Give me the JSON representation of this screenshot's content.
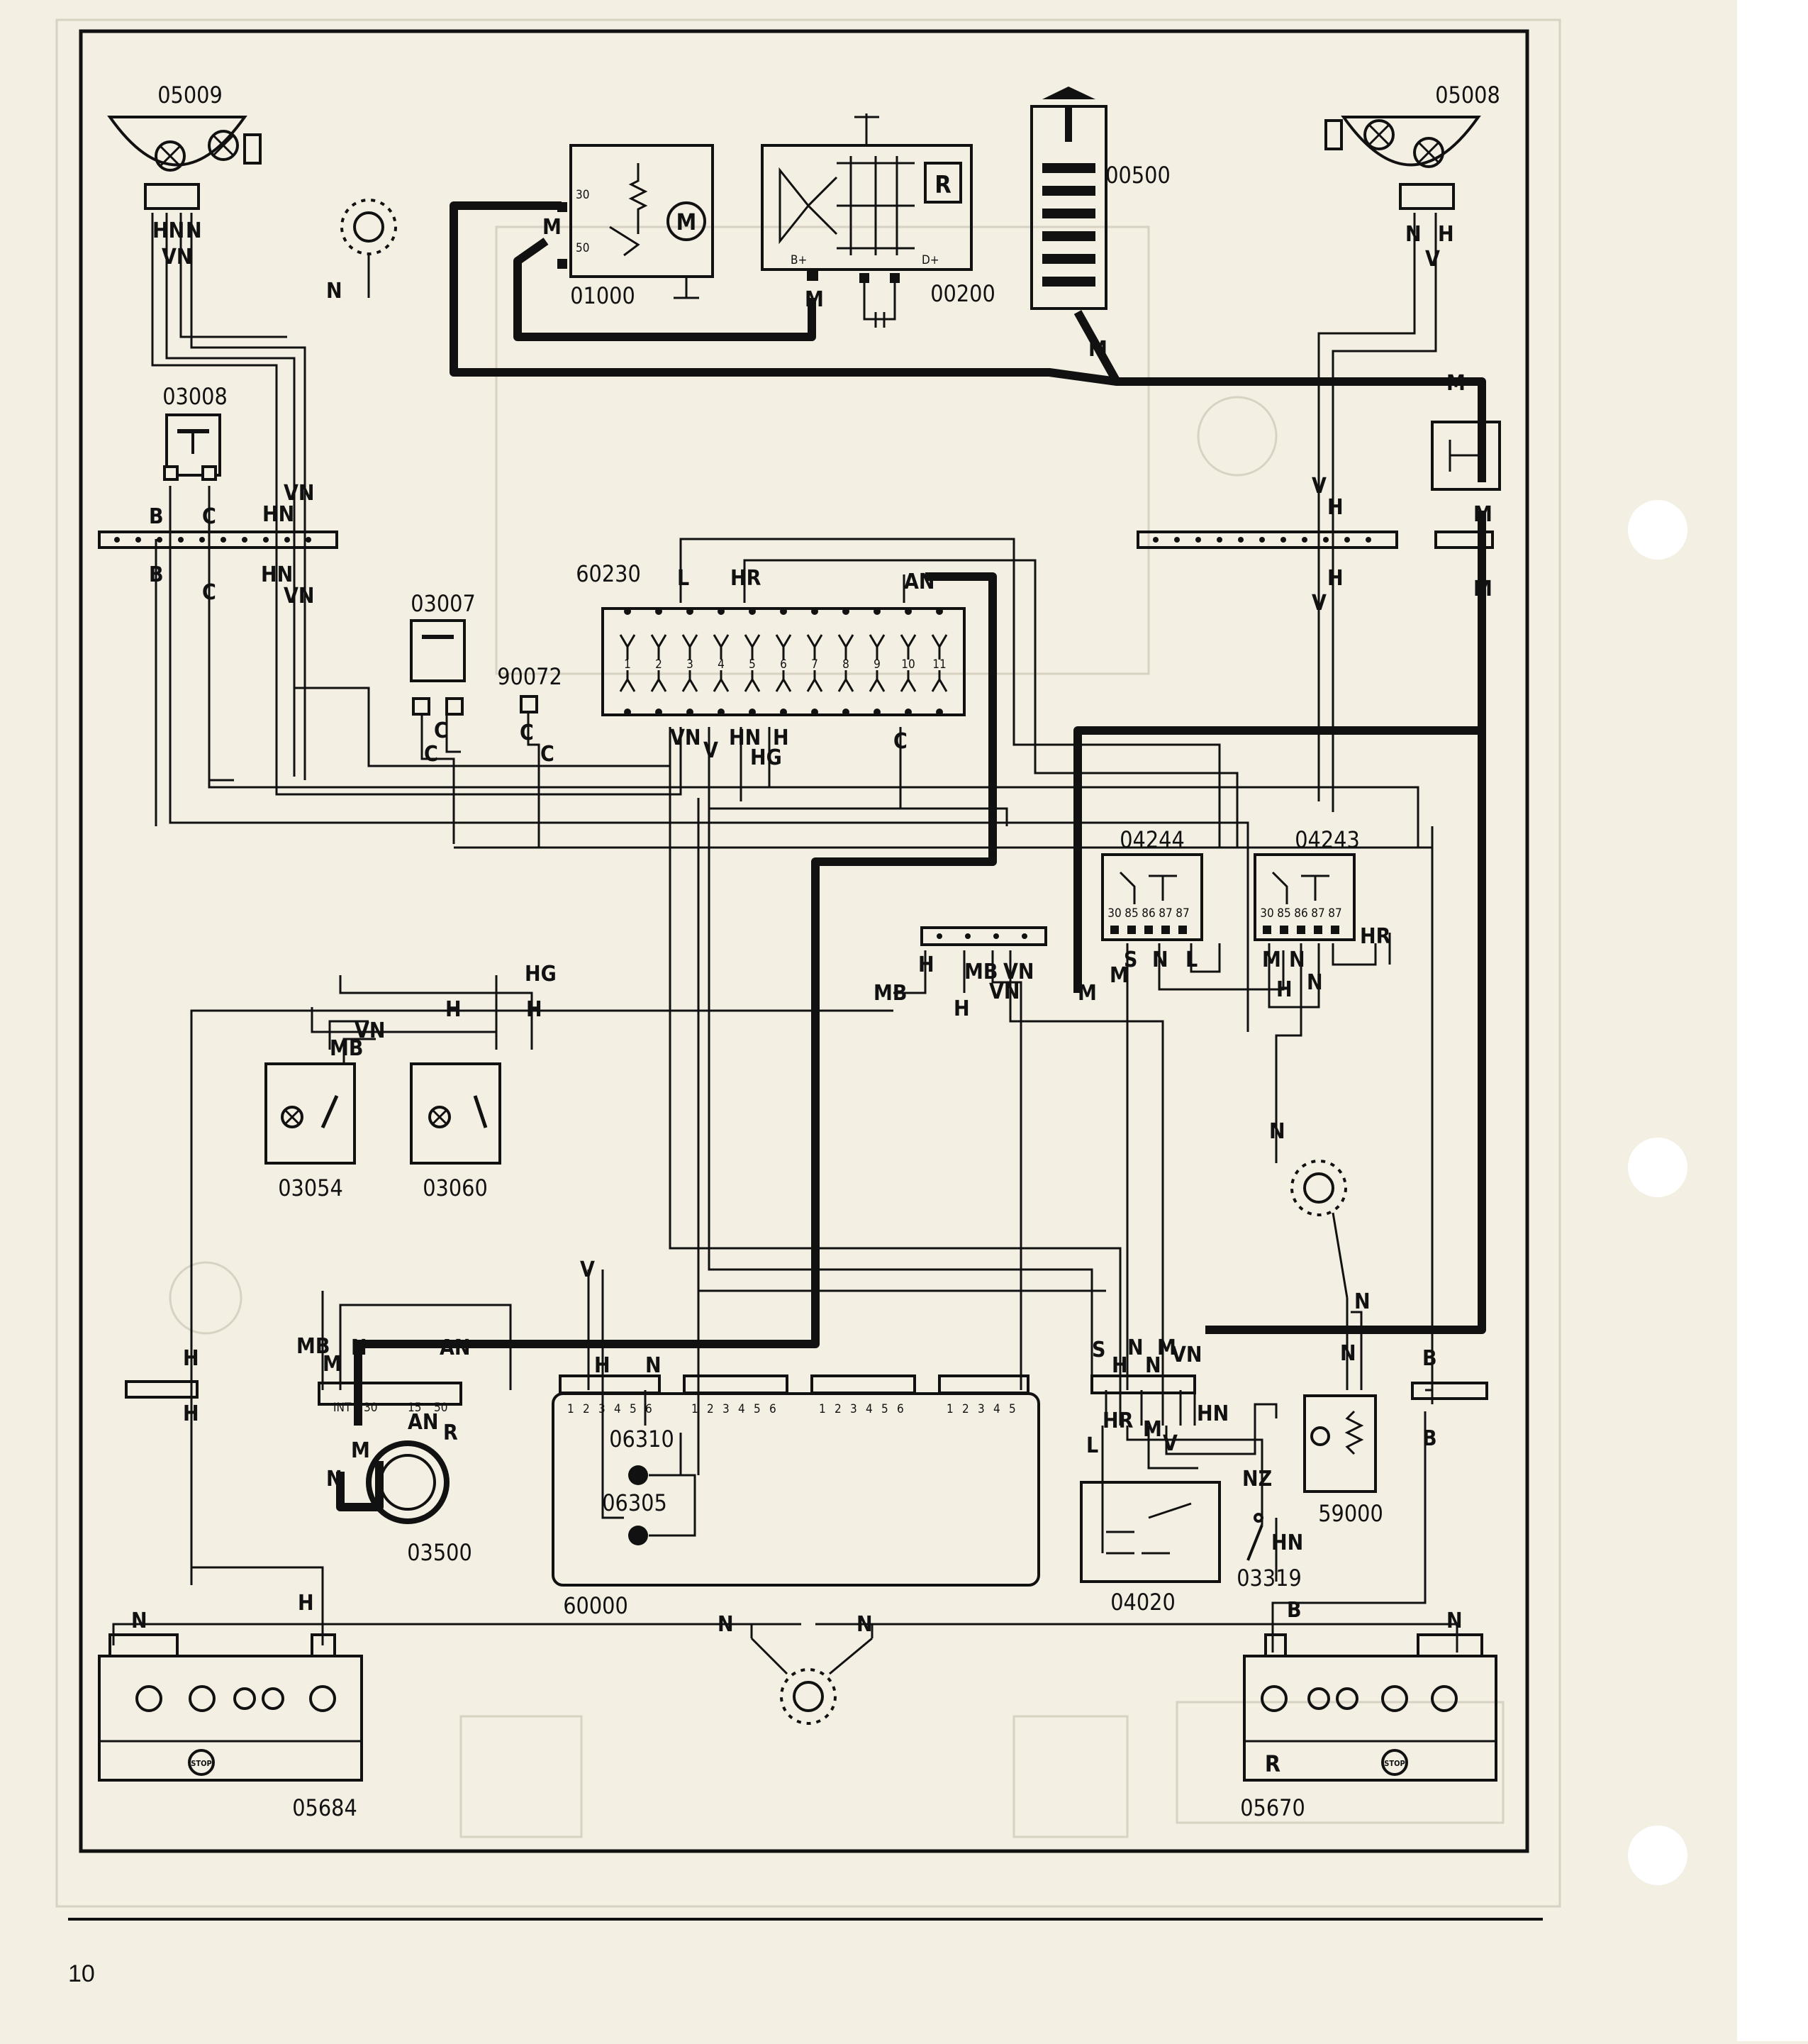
{
  "page_number": "10",
  "components": {
    "headlamp_left": "05009",
    "headlamp_right": "05008",
    "starter": "01000",
    "alternator": "00200",
    "battery": "00500",
    "switch_03008": "03008",
    "switch_03007": "03007",
    "switch_90072": "90072",
    "fuse_box": "60230",
    "relay_04244": "04244",
    "relay_04243": "04243",
    "switch_03054": "03054",
    "switch_03060": "03060",
    "ignition_switch": "03500",
    "instrument_panel": "60000",
    "warning_lamp_06310": "06310",
    "warning_lamp_06305": "06305",
    "switch_04020": "04020",
    "switch_03319": "03319",
    "sender_59000": "59000",
    "rear_lamp_left": "05684",
    "rear_lamp_right": "05670"
  },
  "symbols": {
    "motor": "M",
    "regulator": "R",
    "rear_lamp_reverse": "R",
    "stop": "STOP"
  },
  "fuse_numbers": [
    "1",
    "2",
    "3",
    "4",
    "5",
    "6",
    "7",
    "8",
    "9",
    "10",
    "11"
  ],
  "relay_pins": [
    "30",
    "85",
    "86",
    "87",
    "87"
  ],
  "starter_terminals": [
    "30",
    "50"
  ],
  "alternator_terminals": [
    "B+",
    "D+"
  ],
  "ignition_terminals": [
    "INT",
    "30",
    "15",
    "50"
  ],
  "panel_pins_a": [
    "1",
    "2",
    "3",
    "4",
    "5",
    "6"
  ],
  "panel_pins_b": [
    "1",
    "2",
    "3",
    "4",
    "5",
    "6"
  ],
  "panel_pins_c": [
    "1",
    "2",
    "3",
    "4",
    "5",
    "6"
  ],
  "panel_pins_d": [
    "1",
    "2",
    "3",
    "4",
    "5"
  ],
  "wire_codes": {
    "hn": "HN",
    "n": "N",
    "vn": "VN",
    "h": "H",
    "v": "V",
    "m": "M",
    "b": "B",
    "c": "C",
    "l": "L",
    "hr": "HR",
    "an": "AN",
    "hg": "HG",
    "mb": "MB",
    "s": "S",
    "r": "R",
    "nz": "NZ"
  }
}
